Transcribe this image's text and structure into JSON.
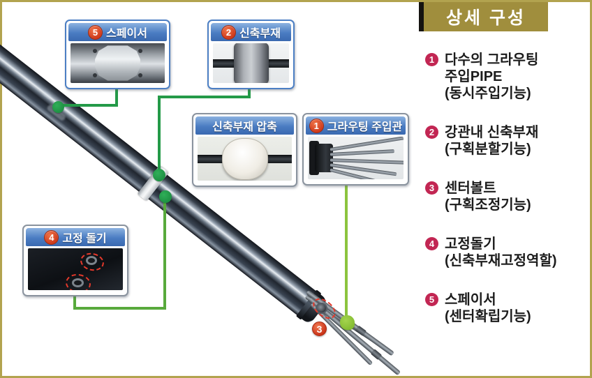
{
  "sidebar": {
    "header": "상세 구성",
    "items": [
      {
        "num": "1",
        "lines": [
          "다수의 그라우팅",
          "주입PIPE",
          "(동시주입기능)"
        ]
      },
      {
        "num": "2",
        "lines": [
          "강관내 신축부재",
          "(구획분할기능)"
        ]
      },
      {
        "num": "3",
        "lines": [
          "센터볼트",
          "(구획조정기능)"
        ]
      },
      {
        "num": "4",
        "lines": [
          "고정돌기",
          "(신축부재고정역할)"
        ]
      },
      {
        "num": "5",
        "lines": [
          "스페이서",
          "(센터확립기능)"
        ]
      }
    ]
  },
  "callouts": {
    "spacer": {
      "num": "5",
      "label": "스페이서"
    },
    "expansion": {
      "num": "2",
      "label": "신축부재"
    },
    "compression": {
      "label": "신축부재 압축"
    },
    "grouting": {
      "num": "1",
      "label": "그라우팅 주입관"
    },
    "fixing": {
      "num": "4",
      "label": "고정 돌기"
    }
  },
  "markers": {
    "center_bolt_num": "3"
  },
  "colors": {
    "frame_border": "#b2a34f",
    "sidebar_header_bg": "#a08e3d",
    "sidebar_num_circle": "#c22653",
    "callout_border_blue": "#4c7fc4",
    "callout_header_blue": "#4a7cc2",
    "callout_num_circle": "#ce3a1c",
    "connector_green_dark": "#249a48",
    "connector_green_mid": "#58aa3c",
    "connector_green_light": "#8cc43e",
    "marker_red": "#e6392b"
  }
}
